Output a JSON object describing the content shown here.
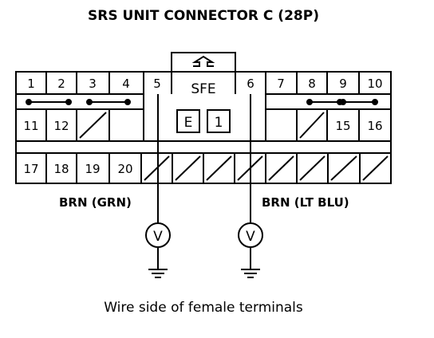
{
  "title": "SRS UNIT CONNECTOR C (28P)",
  "caption": "Wire side of female terminals",
  "connector": {
    "key_label": "SFE",
    "code_left": "E",
    "code_right": "1",
    "row1": [
      "1",
      "2",
      "3",
      "4",
      "5",
      "6",
      "7",
      "8",
      "9",
      "10"
    ],
    "row2": [
      "11",
      "12",
      "15",
      "16"
    ],
    "row3": [
      "17",
      "18",
      "19",
      "20"
    ]
  },
  "wires": [
    {
      "label": "BRN (GRN)",
      "terminal": "5"
    },
    {
      "label": "BRN (LT BLU)",
      "terminal": "6"
    }
  ],
  "meter_symbol": "V"
}
